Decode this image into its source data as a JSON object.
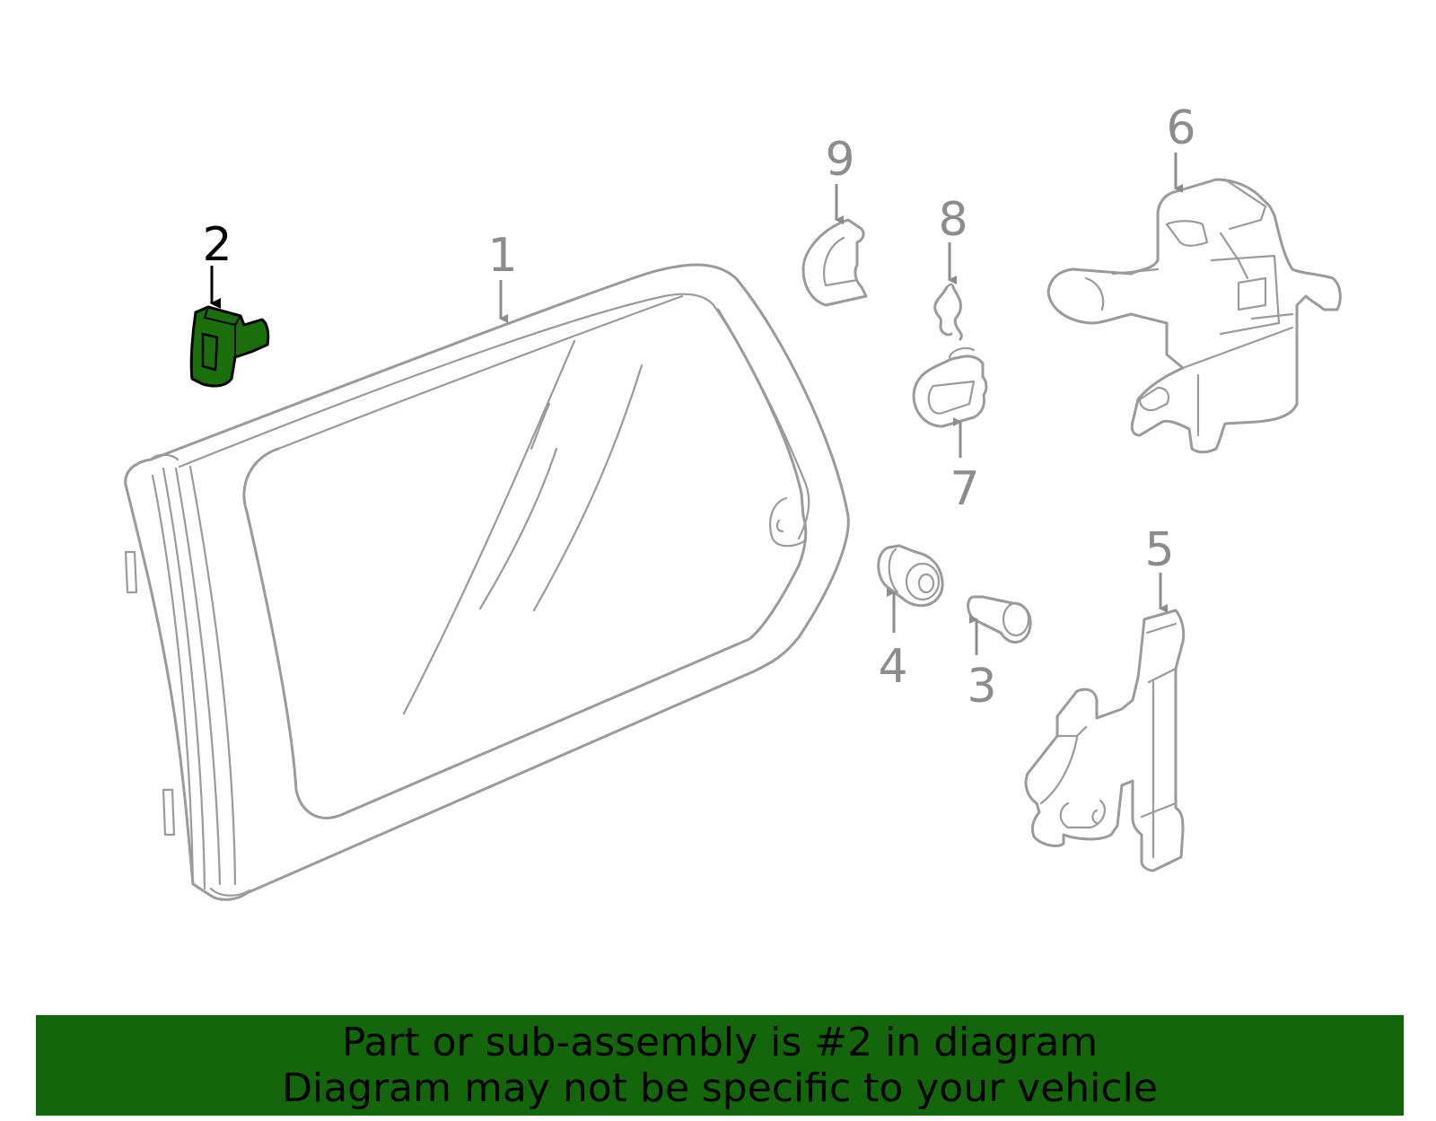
{
  "colors": {
    "highlight": "#1a6e0c",
    "banner": "#14660a",
    "part_line": "#9a9a9a",
    "active_label": "#000000"
  },
  "callouts": {
    "c1": "1",
    "c2": "2",
    "c3": "3",
    "c4": "4",
    "c5": "5",
    "c6": "6",
    "c7": "7",
    "c8": "8",
    "c9": "9"
  },
  "highlighted_part": "2",
  "banner": {
    "line1": "Part or sub-assembly is #2 in diagram",
    "line2": "Diagram may not be specific to your vehicle"
  }
}
